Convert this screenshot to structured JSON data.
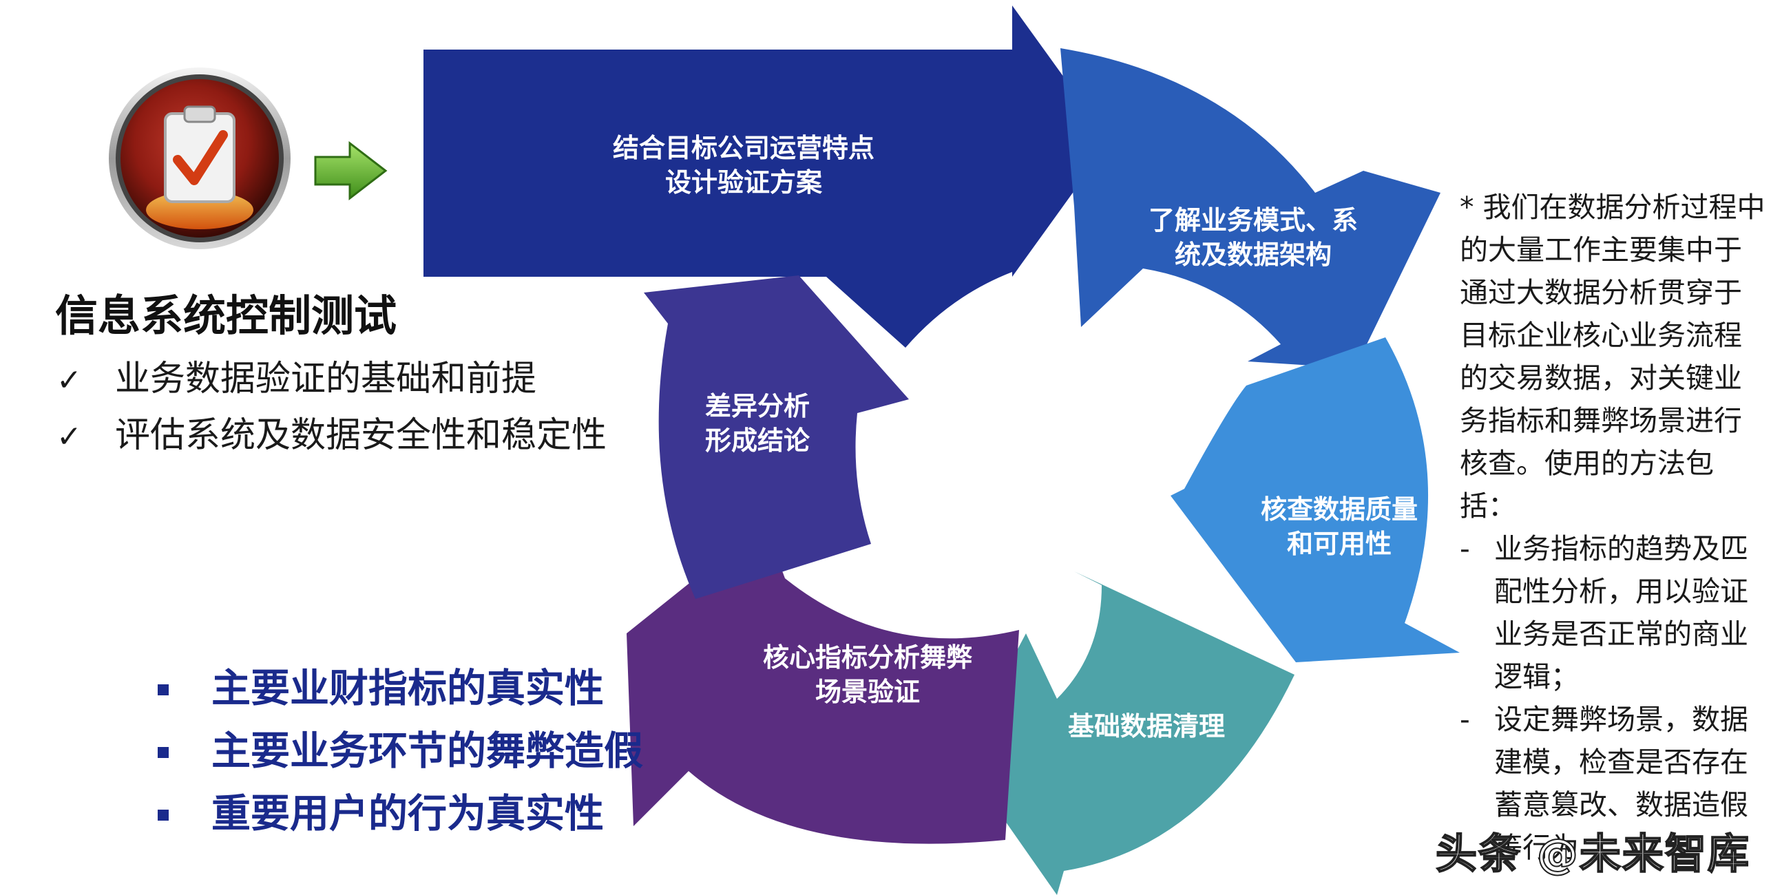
{
  "colors": {
    "top": "#1c2f8f",
    "right_upper": "#2a5db8",
    "right": "#3d8fdb",
    "bottom": "#4ea3a8",
    "bottom_left": "#5a2d80",
    "left": "#3c3692",
    "bullet_text": "#1a2a8c",
    "green_arrow": "#6ab82f"
  },
  "icon": {
    "name": "clipboard-checkmark-icon"
  },
  "title": "信息系统控制测试",
  "check_items": [
    "业务数据验证的基础和前提",
    "评估系统及数据安全性和稳定性"
  ],
  "check_symbol": "✓",
  "bullets": [
    "主要业财指标的真实性",
    "主要业务环节的舞弊造假",
    "重要用户的行为真实性"
  ],
  "cycle": {
    "steps": [
      {
        "lines": [
          "结合目标公司运营特点",
          "设计验证方案"
        ]
      },
      {
        "lines": [
          "了解业务模式、系",
          "统及数据架构"
        ]
      },
      {
        "lines": [
          "核查数据质量",
          "和可用性"
        ]
      },
      {
        "lines": [
          "基础数据清理"
        ]
      },
      {
        "lines": [
          "核心指标分析舞弊",
          "场景验证"
        ]
      },
      {
        "lines": [
          "差异分析",
          "形成结论"
        ]
      }
    ]
  },
  "note": {
    "intro": "* 我们在数据分析过程中的大量工作主要集中于通过大数据分析贯穿于目标企业核心业务流程的交易数据，对关键业务指标和舞弊场景进行核查。使用的方法包括：",
    "items": [
      "业务指标的趋势及匹配性分析，用以验证业务是否正常的商业逻辑；",
      "设定舞弊场景，数据建模，检查是否存在蓄意篡改、数据造假等行为"
    ],
    "dash": "-"
  },
  "watermark": "头条 @未来智库"
}
